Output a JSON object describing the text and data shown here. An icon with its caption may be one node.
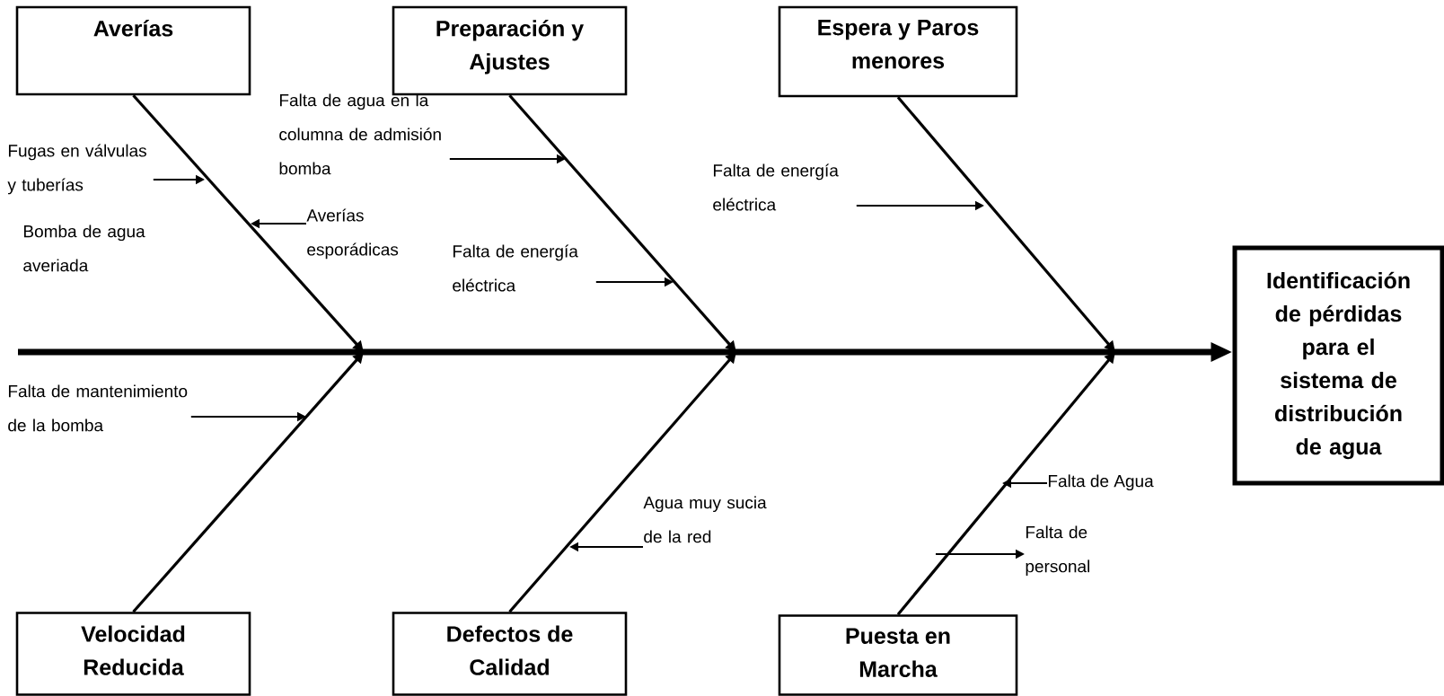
{
  "diagram": {
    "nodes": [
      {
        "text": [
          "Averías"
        ]
      },
      {
        "text": [
          "Preparación y Ajustes"
        ]
      },
      {
        "text": [
          "Espera y Paros menores"
        ]
      },
      {
        "text": [
          "Velocidad Reducida"
        ]
      },
      {
        "text": [
          "Defectos de Calidad"
        ]
      },
      {
        "text": [
          "Puesta en Marcha"
        ]
      },
      {
        "text": [
          "Identificación de pérdidas para el sistema de distribución de agua"
        ]
      },
      {
        "text": [
          "Fugas en válvulas y tuberías"
        ]
      },
      {
        "text": [
          "Averías esporádicas"
        ]
      },
      {
        "text": [
          "Falta de agua en la columna de admisión bomba"
        ]
      },
      {
        "text": [
          "Falta de energía eléctrica"
        ]
      },
      {
        "text": [
          "Falta de energía eléctrica"
        ]
      },
      {
        "text": [
          "Falta de mantenimiento de la bomba"
        ]
      },
      {
        "text": [
          "Agua muy sucia de la red"
        ]
      },
      {
        "text": [
          "Falta de Agua"
        ]
      },
      {
        "text": [
          "Falta de personal"
        ]
      }
    ],
    "edges": [
      {
        "from": null,
        "to": 6,
        "arrow": "to",
        "style": "thick"
      },
      {
        "from": 0,
        "to": null,
        "arrow": "to"
      },
      {
        "from": 1,
        "to": null,
        "arrow": "to"
      },
      {
        "from": 2,
        "to": null,
        "arrow": "to"
      },
      {
        "from": 3,
        "to": null,
        "arrow": "to"
      },
      {
        "from": 4,
        "to": null,
        "arrow": "to"
      },
      {
        "from": 5,
        "to": null,
        "arrow": "to"
      },
      {
        "from": 7,
        "to": null,
        "arrow": "to"
      },
      {
        "from": 8,
        "to": null,
        "arrow": "to"
      },
      {
        "from": 9,
        "to": null,
        "arrow": "to"
      },
      {
        "from": 10,
        "to": null,
        "arrow": "to"
      },
      {
        "from": 11,
        "to": null,
        "arrow": "to"
      },
      {
        "from": 12,
        "to": null,
        "arrow": "to"
      },
      {
        "from": 13,
        "to": null,
        "arrow": "to"
      },
      {
        "from": 14,
        "to": null,
        "arrow": "to"
      },
      {
        "from": null,
        "to": 15,
        "arrow": "to"
      }
    ],
    "labels": [
      "Bomba de agua averiada"
    ]
  }
}
